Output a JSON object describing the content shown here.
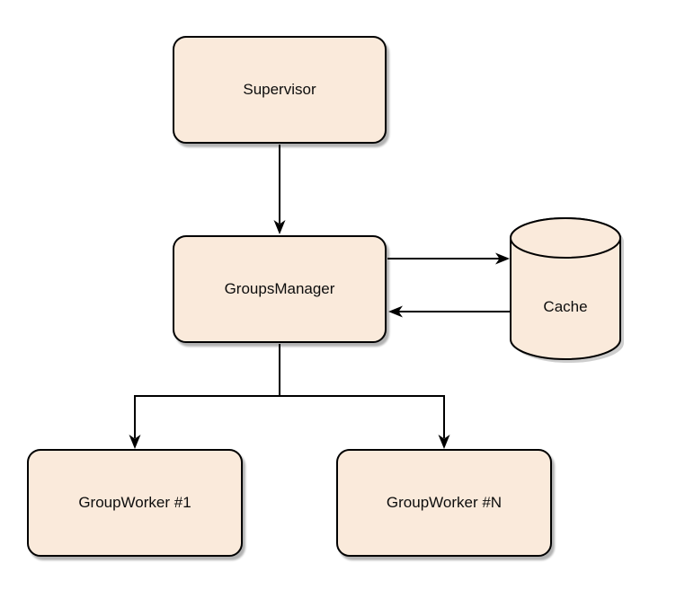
{
  "diagram": {
    "type": "architecture-flowchart",
    "background": "#FFFFFF",
    "colors": {
      "node_fill": "#FAEADB",
      "node_border": "#000000",
      "connector": "#000000",
      "shadow": "#BDBDBD",
      "text": "#0D0D0D"
    },
    "nodes": [
      {
        "id": "supervisor",
        "label": "Supervisor",
        "shape": "rounded-rectangle"
      },
      {
        "id": "groups-manager",
        "label": "GroupsManager",
        "shape": "rounded-rectangle"
      },
      {
        "id": "cache",
        "label": "Cache",
        "shape": "cylinder"
      },
      {
        "id": "group-worker-1",
        "label": "GroupWorker #1",
        "shape": "rounded-rectangle"
      },
      {
        "id": "group-worker-n",
        "label": "GroupWorker #N",
        "shape": "rounded-rectangle"
      }
    ],
    "edges": [
      {
        "from": "supervisor",
        "to": "groups-manager",
        "arrow": "to",
        "orientation": "vertical"
      },
      {
        "from": "groups-manager",
        "to": "cache",
        "arrow": "to",
        "orientation": "horizontal"
      },
      {
        "from": "cache",
        "to": "groups-manager",
        "arrow": "to",
        "orientation": "horizontal"
      },
      {
        "from": "groups-manager",
        "to": "group-worker-1",
        "arrow": "to",
        "orientation": "tree-branch"
      },
      {
        "from": "groups-manager",
        "to": "group-worker-n",
        "arrow": "to",
        "orientation": "tree-branch"
      }
    ]
  }
}
